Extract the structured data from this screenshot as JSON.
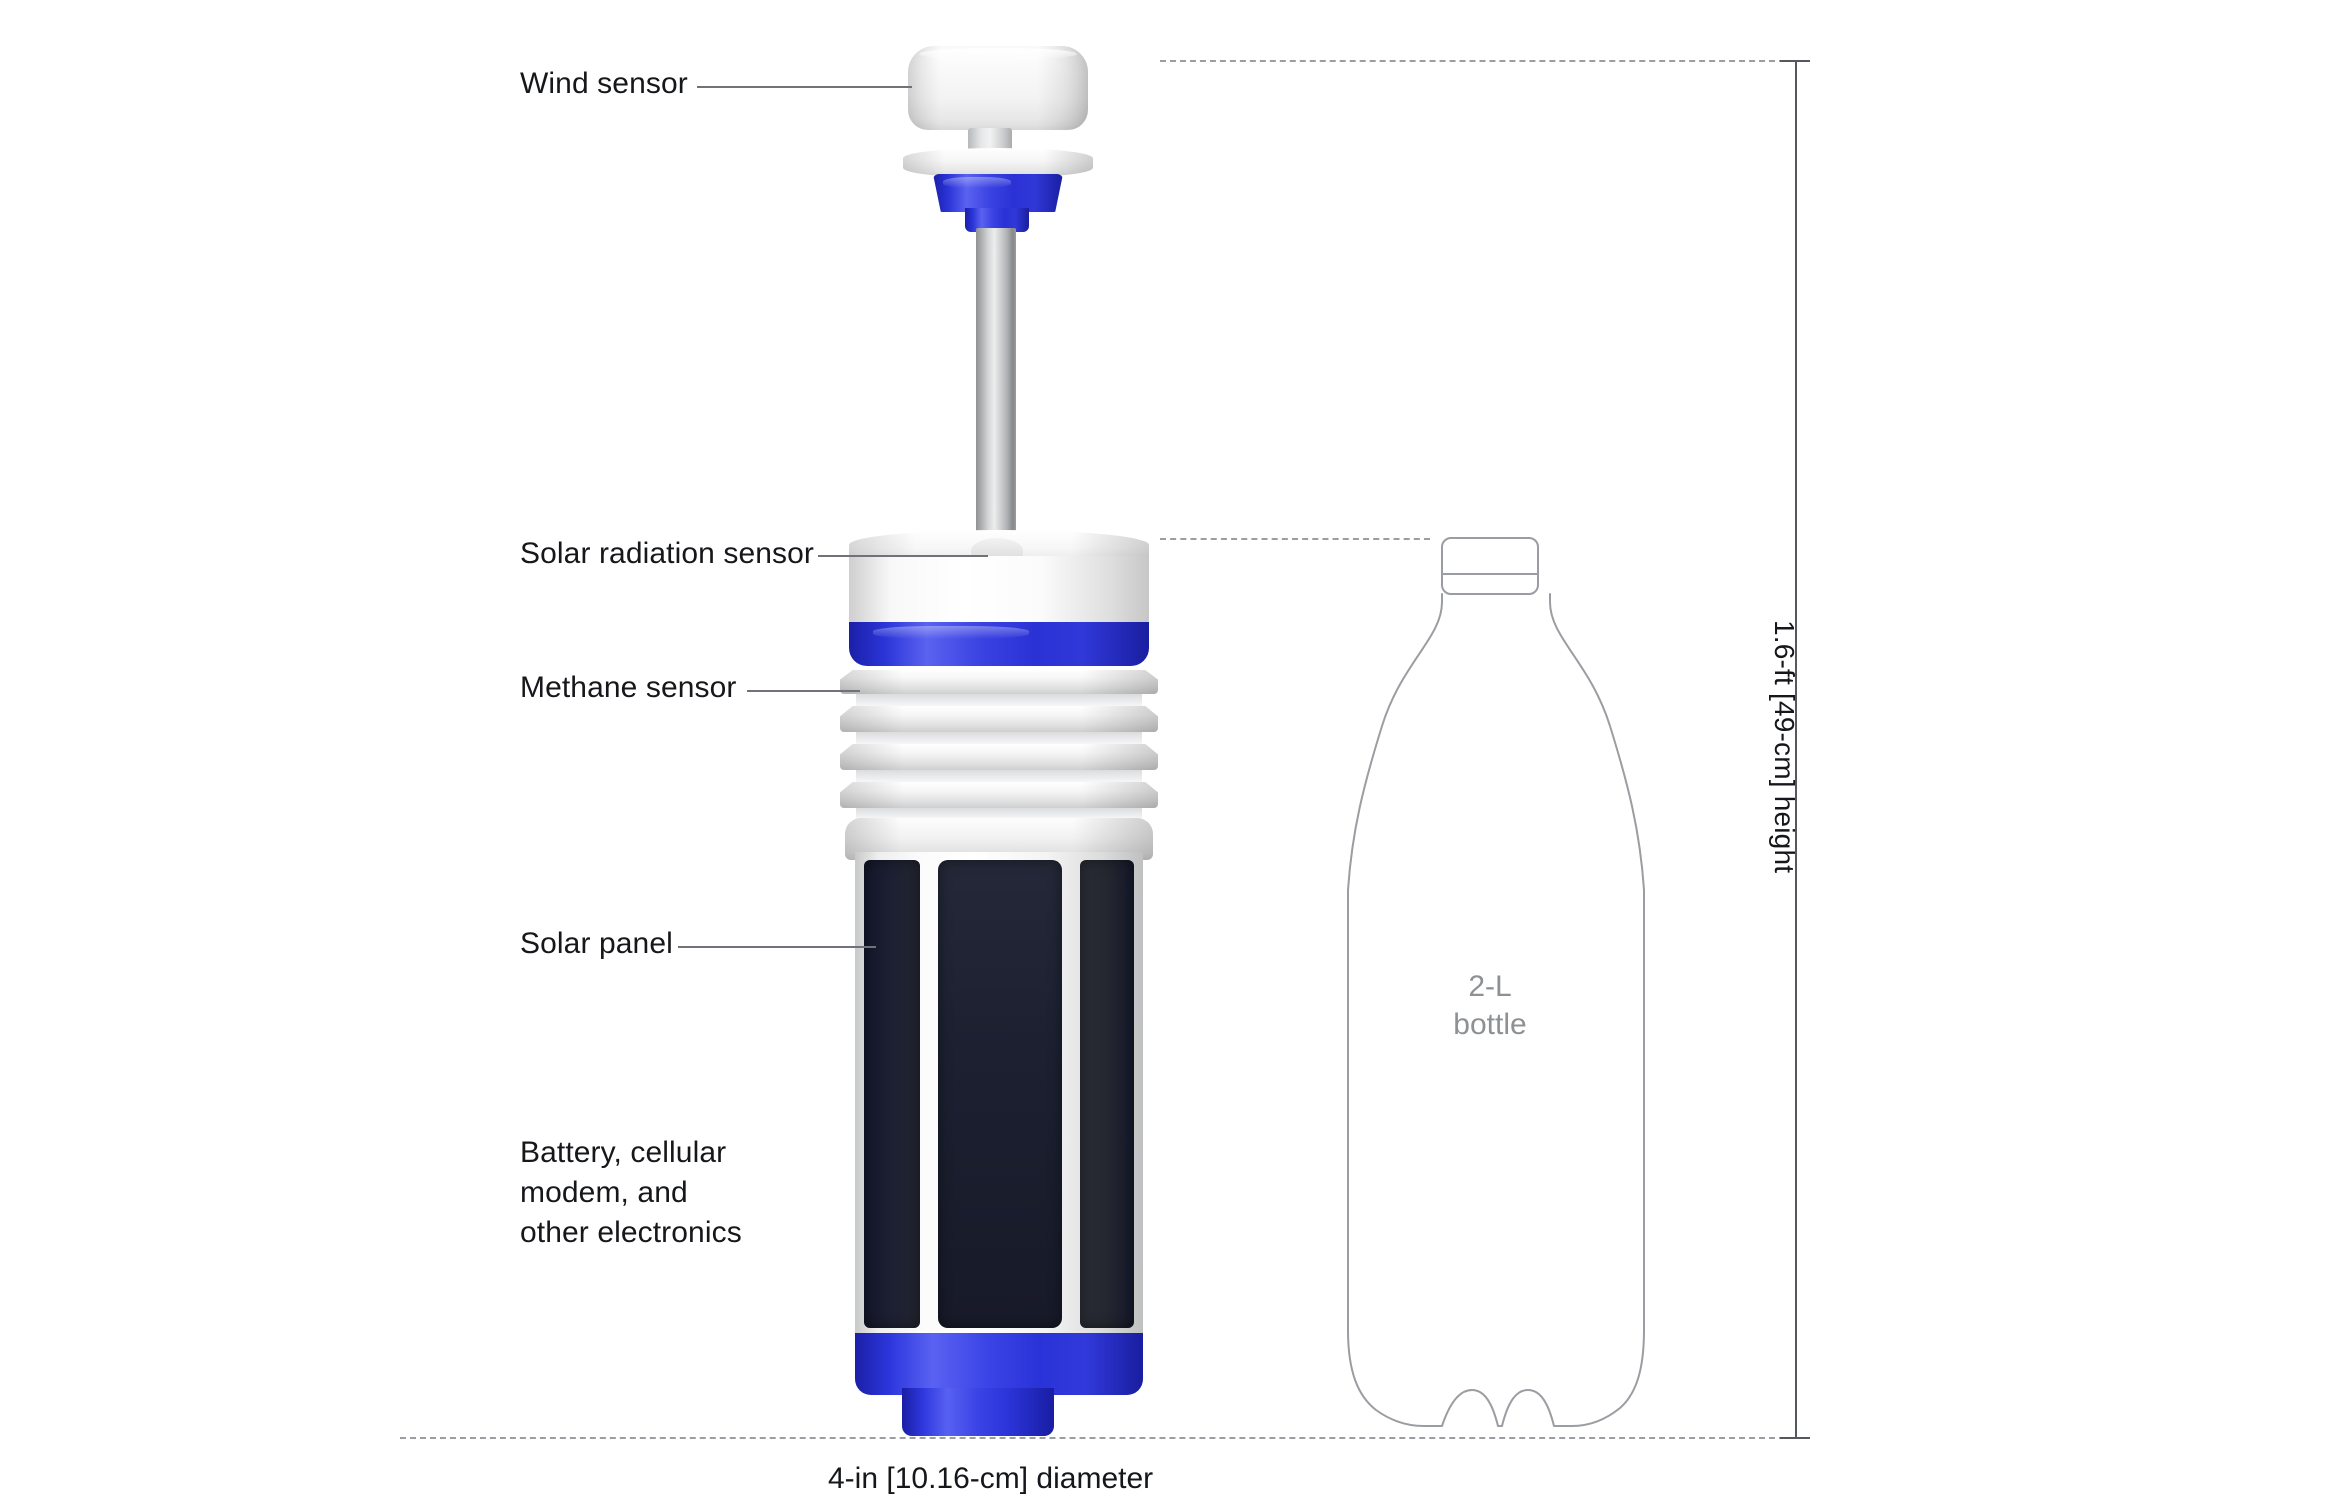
{
  "page": {
    "background": "#ffffff",
    "accent_blue": "#2c35d8",
    "panel_dark": "#1c2031",
    "line_gray": "#6f7276",
    "dash_gray": "#9a9da1",
    "muted_text": "#8e9194"
  },
  "callouts": [
    {
      "id": "wind-sensor",
      "label": "Wind sensor"
    },
    {
      "id": "solar-radiation",
      "label": "Solar radiation sensor"
    },
    {
      "id": "methane",
      "label": "Methane sensor"
    },
    {
      "id": "solar-panel",
      "label": "Solar panel"
    },
    {
      "id": "electronics",
      "label": "Battery, cellular\nmodem, and\nother electronics"
    }
  ],
  "dimensions": {
    "height_label": "1.6-ft [49-cm] height",
    "diameter_label": "4-in [10.16-cm] diameter"
  },
  "reference_object": {
    "label": "2-L\nbottle",
    "name": "2-L bottle"
  }
}
